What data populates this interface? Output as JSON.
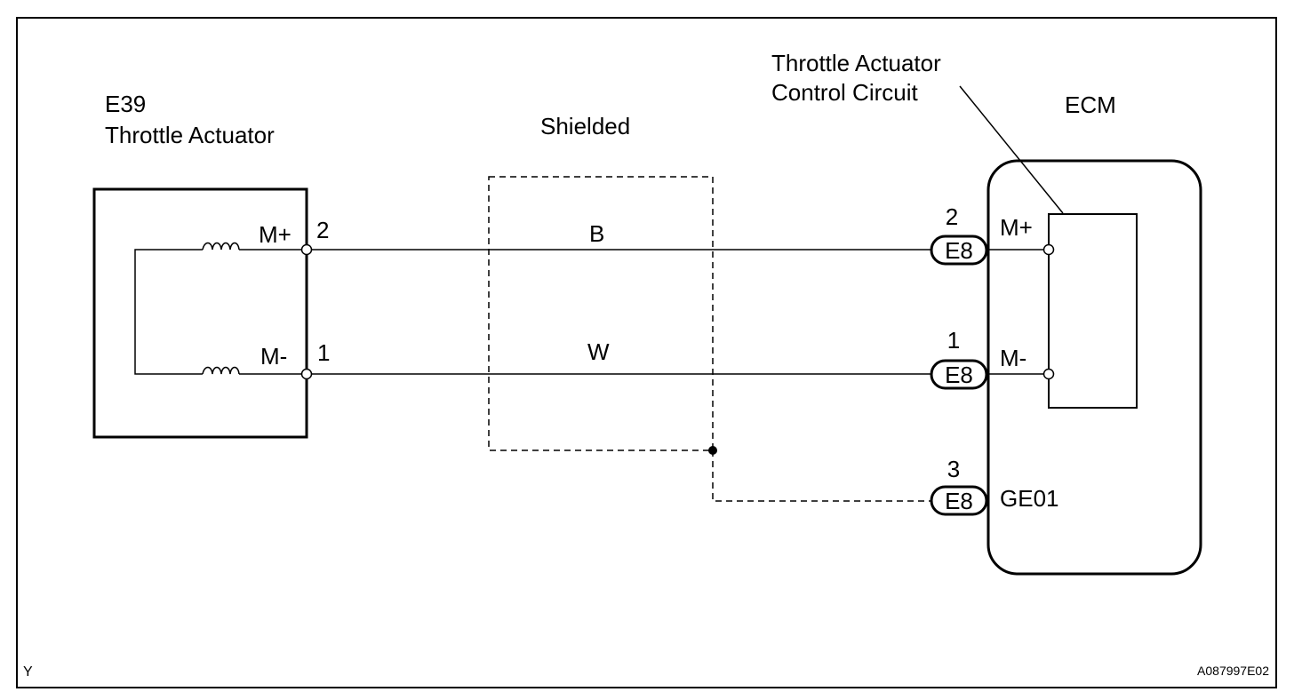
{
  "actuator": {
    "code": "E39",
    "name": "Throttle Actuator",
    "pin_plus_label": "M+",
    "pin_minus_label": "M-",
    "pin_plus_number": "2",
    "pin_minus_number": "1"
  },
  "shield": {
    "label": "Shielded"
  },
  "wires": {
    "plus_color": "B",
    "minus_color": "W"
  },
  "ecm": {
    "label": "ECM",
    "circuit_label_line1": "Throttle Actuator",
    "circuit_label_line2": "Control Circuit",
    "pin_plus_label": "M+",
    "pin_minus_label": "M-",
    "ground_label": "GE01"
  },
  "connectors": [
    {
      "id": "E8",
      "pin": "2"
    },
    {
      "id": "E8",
      "pin": "1"
    },
    {
      "id": "E8",
      "pin": "3"
    }
  ],
  "footer": {
    "left_code": "Y",
    "right_code": "A087997E02"
  }
}
